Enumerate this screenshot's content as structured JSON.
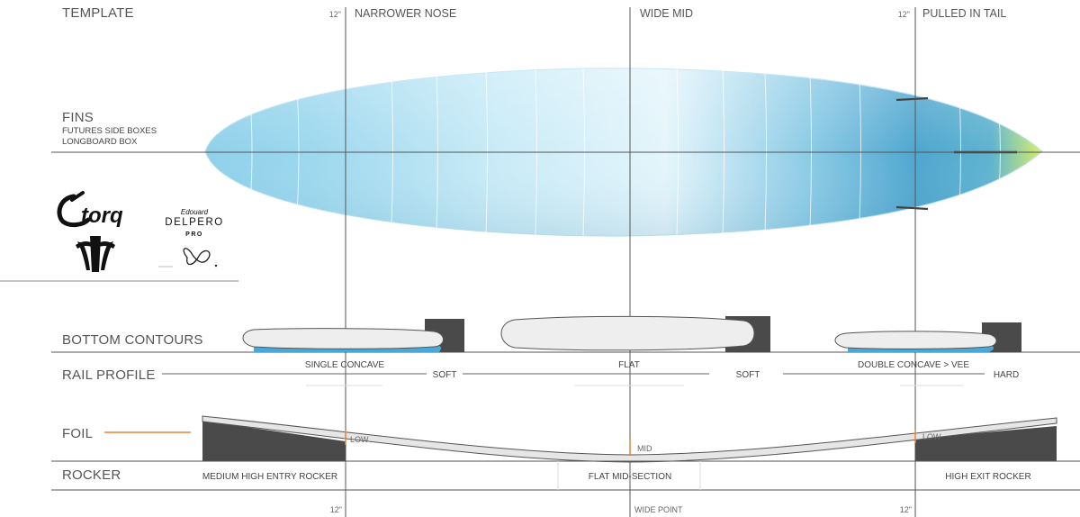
{
  "sections": {
    "template": "TEMPLATE",
    "fins": "FINS",
    "fins_sub_1": "FUTURES SIDE BOXES",
    "fins_sub_2": "LONGBOARD BOX",
    "bottom_contours": "BOTTOM  CONTOURS",
    "rail_profile": "RAIL PROFILE",
    "foil": "FOIL",
    "rocker": "ROCKER"
  },
  "top_headers": {
    "nose_mark": "12\"",
    "nose": "NARROWER NOSE",
    "mid": "WIDE MID",
    "tail_mark": "12\"",
    "tail": "PULLED IN TAIL"
  },
  "bottom_marks": {
    "nose": "12\"",
    "mid": "WIDE POINT",
    "tail": "12\""
  },
  "contours": {
    "nose": "SINGLE CONCAVE",
    "mid": "FLAT",
    "tail": "DOUBLE CONCAVE > VEE"
  },
  "rails": {
    "nose": "SOFT",
    "mid": "SOFT",
    "tail": "HARD"
  },
  "foil": {
    "nose": "LOW",
    "mid": "MID",
    "tail": "LOW"
  },
  "rocker": {
    "nose": "MEDIUM HIGH ENTRY ROCKER",
    "mid": "FLAT MID-SECTION",
    "tail": "HIGH EXIT ROCKER"
  },
  "logos": {
    "torq": "torq",
    "delpero_script": "Edouard",
    "delpero": "DELPERO",
    "delpero_pro": "PRO"
  },
  "colors": {
    "accent_orange": "#e8833a",
    "contour_blue": "#4aa8d8",
    "block_dark": "#4a4a4a",
    "line_gray": "#555555"
  },
  "icons": [
    "torq-logo",
    "delpero-logo",
    "trident-logo",
    "infinity-logo"
  ]
}
